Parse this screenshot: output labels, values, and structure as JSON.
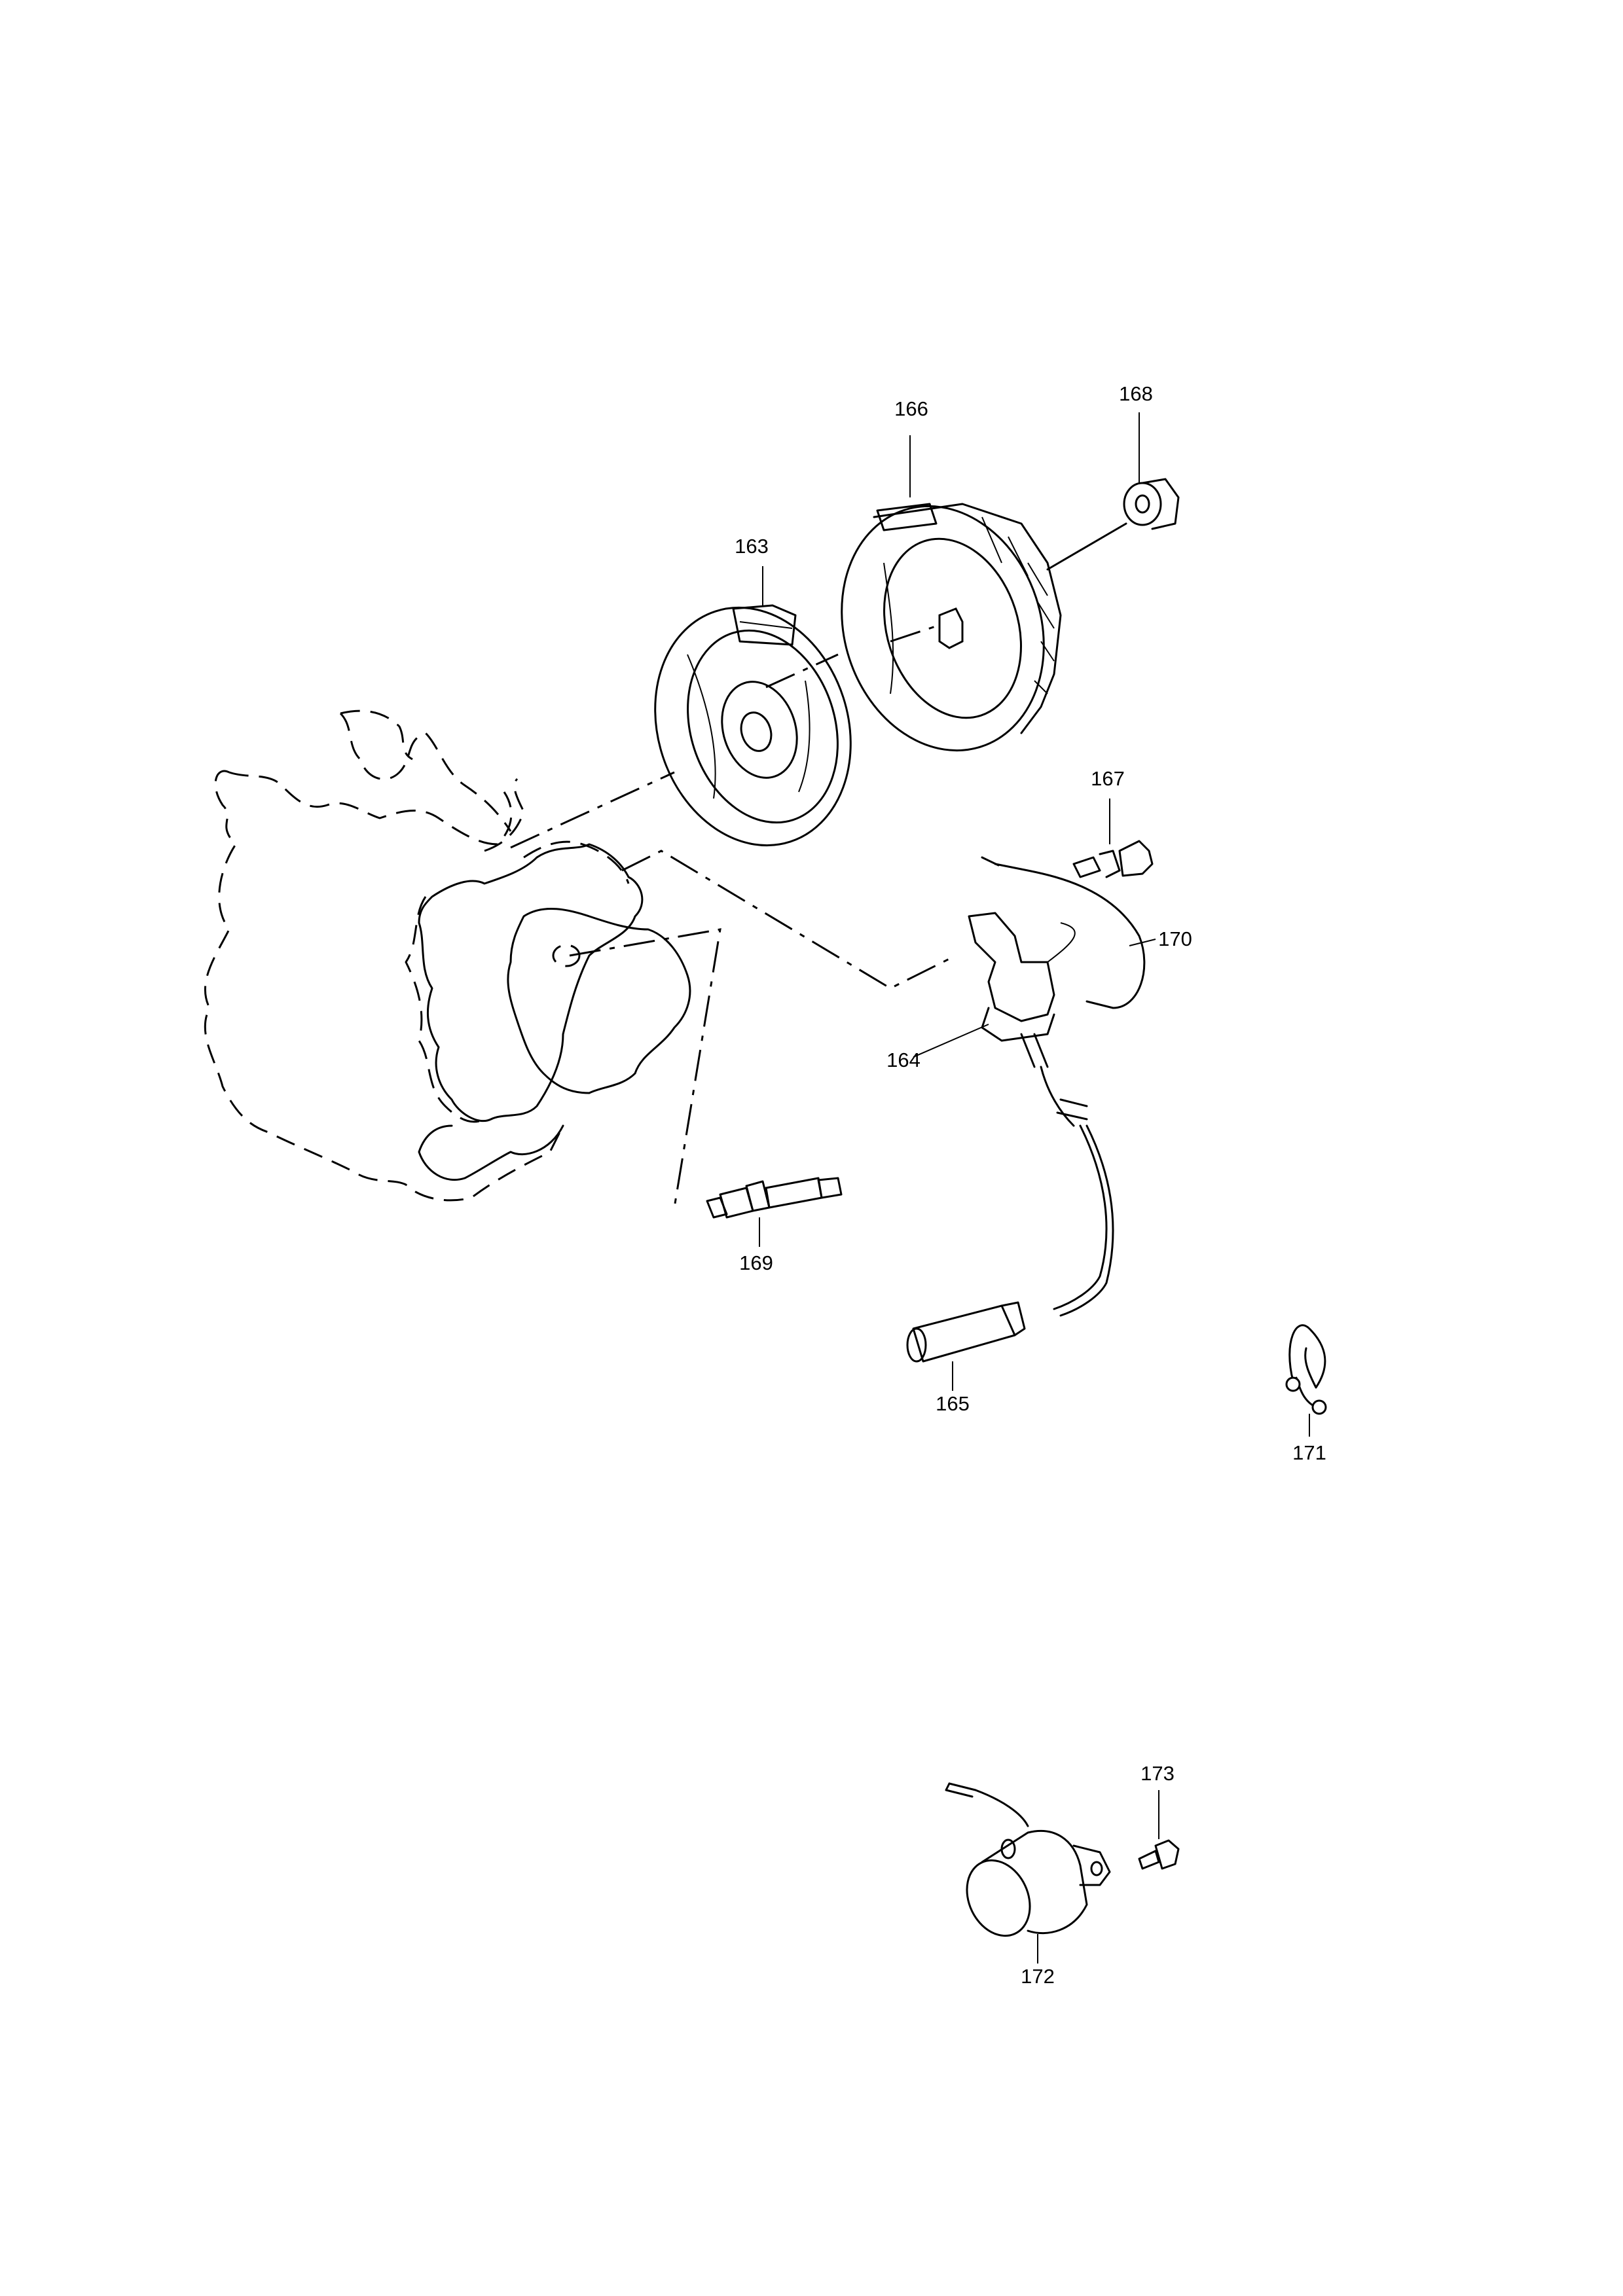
{
  "diagram": {
    "callouts": [
      {
        "id": "163",
        "label": "163"
      },
      {
        "id": "164",
        "label": "164"
      },
      {
        "id": "165",
        "label": "165"
      },
      {
        "id": "166",
        "label": "166"
      },
      {
        "id": "167",
        "label": "167"
      },
      {
        "id": "168",
        "label": "168"
      },
      {
        "id": "169",
        "label": "169"
      },
      {
        "id": "170",
        "label": "170"
      },
      {
        "id": "171",
        "label": "171"
      },
      {
        "id": "172",
        "label": "172"
      },
      {
        "id": "173",
        "label": "173"
      }
    ],
    "line_color": "#000000",
    "background": "#ffffff"
  }
}
